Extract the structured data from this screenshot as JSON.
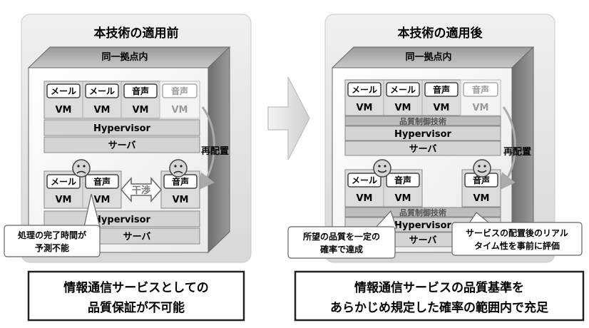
{
  "before": {
    "title": "本技術の適用前",
    "site_label": "同一拠点内",
    "server1": {
      "apps": [
        "メール",
        "メール",
        "音声",
        "音声"
      ],
      "vm": [
        "VM",
        "VM",
        "VM",
        "VM"
      ],
      "hypervisor": "Hypervisor",
      "server": "サーバ"
    },
    "server2": {
      "apps": [
        "メール",
        "音声",
        "音声"
      ],
      "vm": [
        "VM",
        "VM",
        "VM"
      ],
      "hypervisor": "Hypervisor",
      "server": "サーバ"
    },
    "interference": "干渉",
    "relocation": "再配置",
    "callout": [
      "処理の完了時間が",
      "予測不能"
    ],
    "conclusion": [
      "情報通信サービスとしての",
      "品質保証が不可能"
    ]
  },
  "after": {
    "title": "本技術の適用後",
    "site_label": "同一拠点内",
    "server1": {
      "apps": [
        "メール",
        "メール",
        "音声",
        "音声"
      ],
      "vm": [
        "VM",
        "VM",
        "VM",
        "VM"
      ],
      "qos": "品質制御技術",
      "hypervisor": "Hypervisor",
      "server": "サーバ"
    },
    "server2": {
      "apps": [
        "メール",
        "音声",
        "音声"
      ],
      "vm": [
        "VM",
        "VM",
        "VM"
      ],
      "qos": "品質制御技術",
      "hypervisor": "Hypervisor",
      "server": "サーバ"
    },
    "relocation": "再配置",
    "callout_left": [
      "所望の品質を一定の",
      "確率で達成"
    ],
    "callout_right": [
      "サービスの配置後のリアル",
      "タイム性を事前に評価"
    ],
    "conclusion": [
      "情報通信サービスの品質基準を",
      "あらかじめ規定した確率の範囲内で充足"
    ]
  },
  "colors": {
    "panel_bg": "#e2e2e2",
    "box_border": "#555555",
    "face": "#d6d6d6"
  }
}
